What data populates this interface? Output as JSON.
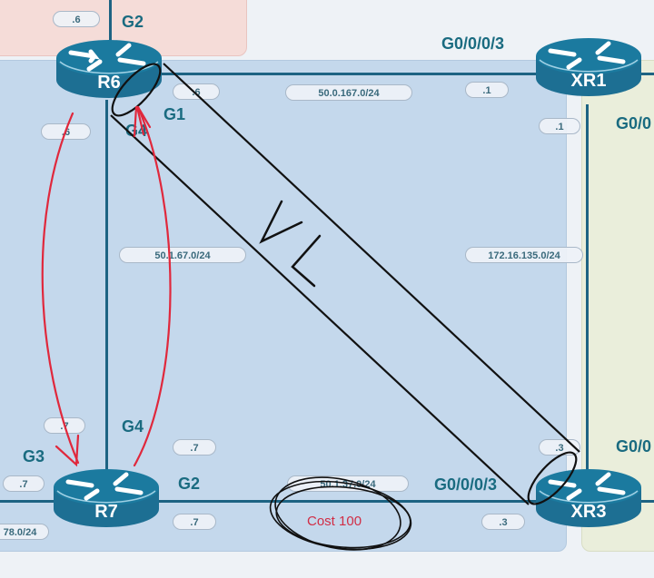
{
  "routers": {
    "r6": {
      "label": "R6"
    },
    "r7": {
      "label": "R7"
    },
    "xr1": {
      "label": "XR1"
    },
    "xr3": {
      "label": "XR3"
    }
  },
  "interfaces": {
    "r6_g2": "G2",
    "r6_g1": "G1",
    "r6_g4": "G4",
    "r7_g3": "G3",
    "r7_g4": "G4",
    "r7_g2": "G2",
    "xr1_g0003": "G0/0/0/3",
    "xr1_right_partial": "G0/0",
    "xr3_g0003": "G0/0/0/3",
    "xr3_right_partial": "G0/0"
  },
  "host_octets": {
    "r6_top": ".6",
    "r6_g1": ".6",
    "r6_left": ".6",
    "r7_left_upper": ".7",
    "r7_left_lower": ".7",
    "r7_g4": ".7",
    "r7_g2": ".7",
    "xr1_g0003": ".1",
    "xr1_down": ".1",
    "xr3_up": ".3",
    "xr3_g0003": ".3"
  },
  "subnets": {
    "r6_xr1": "50.0.167.0/24",
    "r6_r7": "50.1.67.0/24",
    "xr1_xr3": "172.16.135.0/24",
    "r7_xr3": "50.1.37.0/24",
    "r7_left": "78.0/24"
  },
  "annotations": {
    "virtual_link": "VL",
    "cost": "Cost 100"
  },
  "colors": {
    "router_fill": "#1d6f93",
    "link": "#1d6383",
    "annotation_red": "#e0283c",
    "annotation_ink": "#111111",
    "area_blue": "#c4d8ec",
    "area_pink": "#f5dcd8",
    "area_green": "#eaeedb"
  }
}
